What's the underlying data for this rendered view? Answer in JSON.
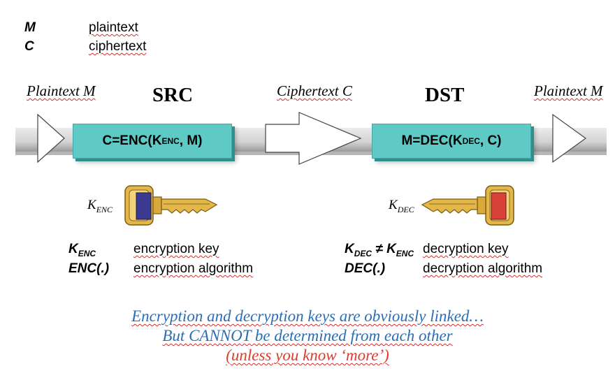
{
  "legend": [
    {
      "symbol": "M",
      "text": "plaintext"
    },
    {
      "symbol": "C",
      "text": "ciphertext"
    }
  ],
  "flow": {
    "plaintext_in": "Plaintext M",
    "ciphertext": "Ciphertext C",
    "plaintext_out": "Plaintext M"
  },
  "src": {
    "title": "SRC",
    "formula_pre": "C=ENC(K",
    "formula_sub": "ENC",
    "formula_post": ", M)",
    "key_label": "K",
    "key_label_sub": "ENC",
    "key_color": "#3c3a8f"
  },
  "dst": {
    "title": "DST",
    "formula_pre": "M=DEC(K",
    "formula_sub": "DEC",
    "formula_post": ", C)",
    "key_label": "K",
    "key_label_sub": "DEC",
    "key_color": "#d8403a"
  },
  "definitions_left": [
    {
      "sym": "K",
      "sub": "ENC",
      "text": "encryption key"
    },
    {
      "sym": "ENC(.)",
      "sub": "",
      "text": "encryption algorithm"
    }
  ],
  "definitions_right": [
    {
      "sym": "K",
      "sub": "DEC",
      "neq": " ≠ K",
      "sub2": "ENC",
      "text": "decryption key"
    },
    {
      "sym": "DEC(.)",
      "sub": "",
      "text": "decryption algorithm"
    }
  ],
  "message": {
    "line1": "Encryption and decryption keys are obviously linked…",
    "line2": "But CANNOT be determined from each other",
    "line3": "(unless you know ‘more’)",
    "color_main": "#2a6db5",
    "color_note": "#e23a2a"
  }
}
